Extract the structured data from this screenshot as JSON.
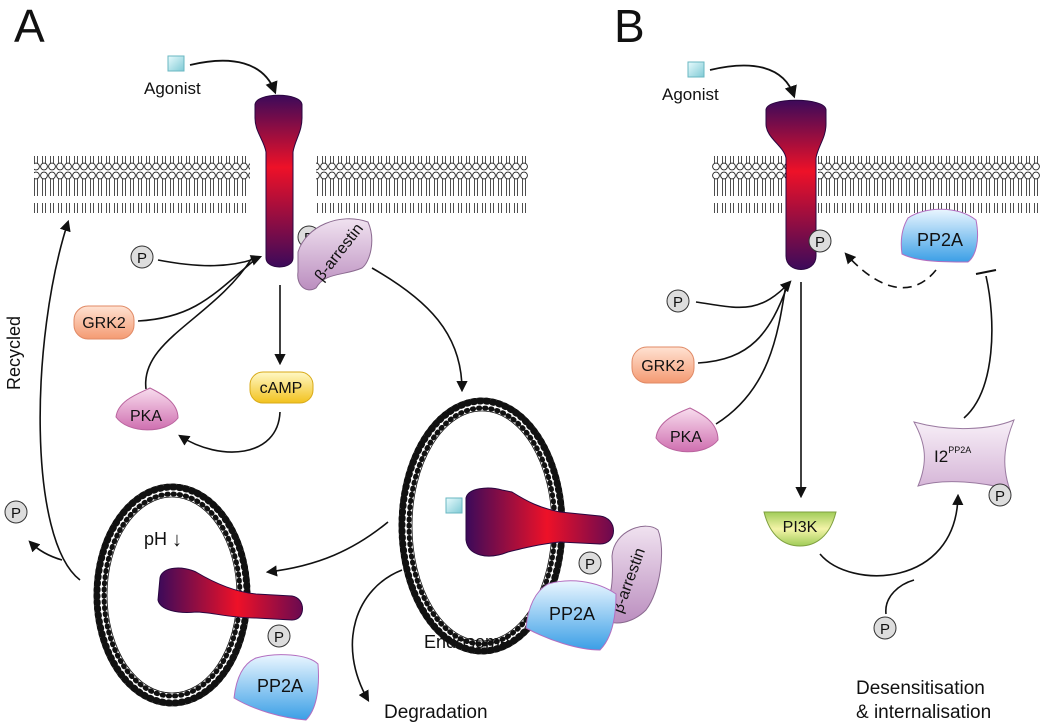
{
  "panels": {
    "a": {
      "label": "A"
    },
    "b": {
      "label": "B"
    }
  },
  "labels": {
    "agonist": "Agonist",
    "p": "P",
    "grk2": "GRK2",
    "pka": "PKA",
    "camp": "cAMP",
    "arrestin": "β-arrestin",
    "pp2a": "PP2A",
    "ph": "pH",
    "ph_arrow": "↓",
    "recycled": "Recycled",
    "endosome": "Endosome",
    "degradation": "Degradation",
    "pi3k": "PI3K",
    "i2_base": "I2",
    "i2_sup": "PP2A",
    "outcome_line1": "Desensitisation",
    "outcome_line2": "& internalisation"
  },
  "colors": {
    "receptor_outer": "#4a0a5e",
    "receptor_inner": "#e8102a",
    "pp2a_fill": "#4aa6e8",
    "grk2_fill": "#f7a27a",
    "pka_fill": "#d77ab8",
    "camp_fill": "#f4cf2a",
    "pi3k_fill": "#a6cf5a",
    "arrestin_fill": "#c79ac8",
    "agonist_fill": "#8fd4dc",
    "i2_fill": "#d8b9d8",
    "p_fill": "#dddddd"
  }
}
